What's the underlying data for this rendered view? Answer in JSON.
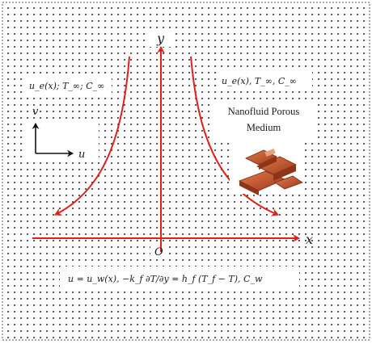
{
  "diagram": {
    "axis_y_label": "y",
    "axis_x_label": "x",
    "origin_label": "O",
    "left_condition": "u_e(x); T_∞; C_∞",
    "right_condition": "u_e(x), T_∞, C_∞",
    "medium_line1": "Nanofluid Porous",
    "medium_line2": "Medium",
    "velocity_v_label": "v",
    "velocity_u_label": "u",
    "boundary_condition": "u = u_w(x), −k_f ∂T/∂y = h_f (T_f − T), C_w",
    "colors": {
      "curves": "#e0201b",
      "axes": "#e0201b",
      "dots": "#2a2a2a",
      "border": "#555555",
      "brick": "#c0552e"
    },
    "icons": [
      "bricks-icon"
    ]
  }
}
